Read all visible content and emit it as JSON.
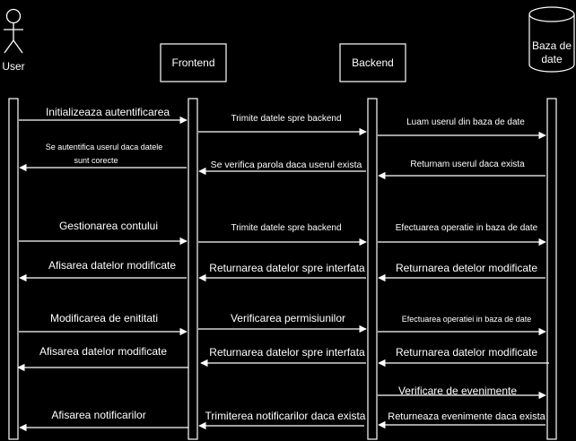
{
  "actors": {
    "user": {
      "label": "User"
    },
    "frontend": {
      "label": "Frontend"
    },
    "backend": {
      "label": "Backend"
    },
    "database": {
      "label_line1": "Baza de",
      "label_line2": "date"
    }
  },
  "messages": [
    {
      "text": "Initializeaza autentificarea",
      "from": "user",
      "to": "frontend"
    },
    {
      "text": "Trimite datele spre backend",
      "from": "frontend",
      "to": "backend"
    },
    {
      "text": "Luam userul din baza de date",
      "from": "backend",
      "to": "database"
    },
    {
      "text": "Returnam userul daca exista",
      "from": "database",
      "to": "backend"
    },
    {
      "text": "Se verifica parola daca userul exista",
      "from": "backend",
      "to": "frontend"
    },
    {
      "text_line1": "Se autentifica userul daca datele",
      "text_line2": "sunt corecte",
      "from": "frontend",
      "to": "user"
    },
    {
      "text": "Gestionarea contului",
      "from": "user",
      "to": "frontend"
    },
    {
      "text": "Trimite datele spre backend",
      "from": "frontend",
      "to": "backend"
    },
    {
      "text": "Efectuarea operatie in baza de date",
      "from": "backend",
      "to": "database"
    },
    {
      "text": "Returnarea detelor modificate",
      "from": "database",
      "to": "backend"
    },
    {
      "text": "Returnarea datelor spre interfata",
      "from": "backend",
      "to": "frontend"
    },
    {
      "text": "Afisarea datelor modificate",
      "from": "frontend",
      "to": "user"
    },
    {
      "text": "Modificarea de enititati",
      "from": "user",
      "to": "frontend"
    },
    {
      "text": "Verificarea permisiunilor",
      "from": "frontend",
      "to": "backend"
    },
    {
      "text": "Efectuarea operatiei in baza de date",
      "from": "backend",
      "to": "database"
    },
    {
      "text": "Returnarea datelor modificate",
      "from": "database",
      "to": "backend"
    },
    {
      "text": "Returnarea datelor spre interfata",
      "from": "backend",
      "to": "frontend"
    },
    {
      "text": "Afisarea datelor modificate",
      "from": "frontend",
      "to": "user"
    },
    {
      "text": "Verificare de evenimente",
      "from": "backend",
      "to": "database"
    },
    {
      "text": "Returneaza evenimente daca exista",
      "from": "database",
      "to": "backend"
    },
    {
      "text": "Trimiterea notificarilor daca exista",
      "from": "backend",
      "to": "frontend"
    },
    {
      "text": "Afisarea notificarilor",
      "from": "frontend",
      "to": "user"
    }
  ]
}
